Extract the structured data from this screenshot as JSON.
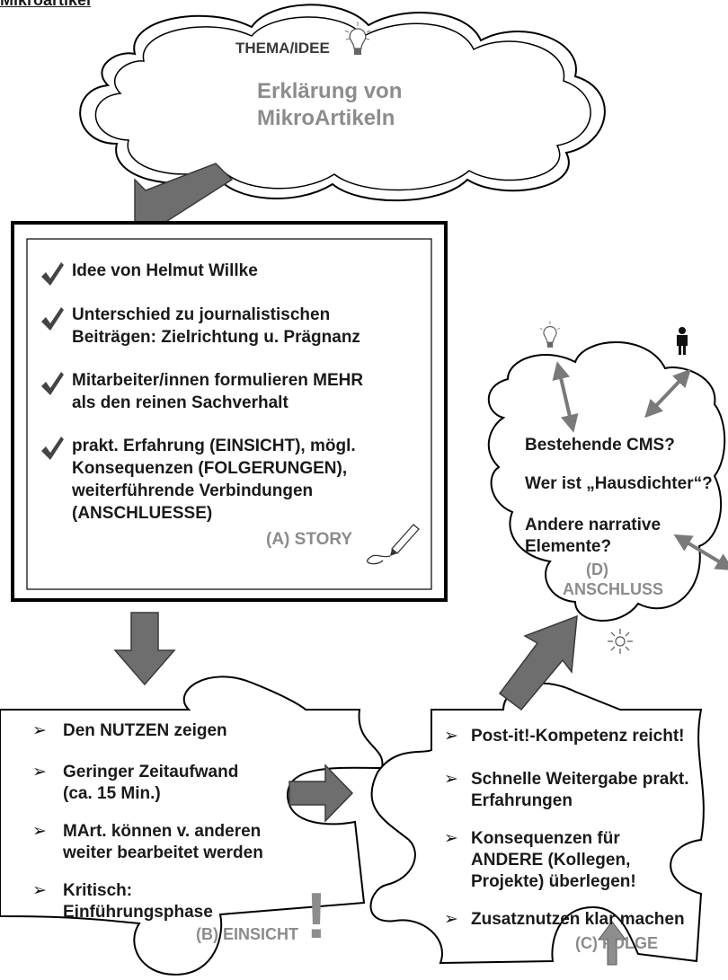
{
  "header": {
    "partial_title": "Mikroartikel"
  },
  "idea_cloud": {
    "label": "THEMA/IDEE",
    "topic_line1": "Erklärung von",
    "topic_line2": "MikroArtikeln"
  },
  "story_box": {
    "items": [
      {
        "lines": [
          "Idee von Helmut Willke"
        ]
      },
      {
        "lines": [
          "Unterschied zu journalistischen",
          "Beiträgen: Zielrichtung u. Prägnanz"
        ]
      },
      {
        "lines": [
          "Mitarbeiter/innen formulieren MEHR",
          "als den reinen Sachverhalt"
        ]
      },
      {
        "lines": [
          "prakt. Erfahrung (EINSICHT), mögl.",
          "Konsequenzen (FOLGERUNGEN),",
          "weiterführende Verbindungen",
          "(ANSCHLUESSE)"
        ]
      }
    ],
    "caption": "(A) STORY"
  },
  "insight_piece": {
    "items": [
      {
        "lines": [
          "Den NUTZEN zeigen"
        ]
      },
      {
        "lines": [
          "Geringer Zeitaufwand",
          "(ca. 15 Min.)"
        ]
      },
      {
        "lines": [
          "MArt. können v. anderen",
          "weiter bearbeitet werden"
        ]
      },
      {
        "lines": [
          "Kritisch:",
          "Einführungsphase"
        ]
      }
    ],
    "caption": "(B) EINSICHT",
    "exclamation": "!"
  },
  "consequence_piece": {
    "items": [
      {
        "lines": [
          "Post-it!-Kompetenz reicht!"
        ]
      },
      {
        "lines": [
          "Schnelle Weitergabe prakt.",
          "Erfahrungen"
        ]
      },
      {
        "lines": [
          "Konsequenzen für",
          "ANDERE (Kollegen,",
          "Projekte) überlegen!"
        ]
      },
      {
        "lines": [
          "Zusatznutzen klar machen"
        ]
      }
    ],
    "caption": "(C) FOLGE"
  },
  "connection_cloud": {
    "questions": [
      "Bestehende CMS?",
      "Wer ist „Hausdichter“?",
      "Andere narrative",
      "Elemente?"
    ],
    "caption_line1": "(D)",
    "caption_line2": "ANSCHLUSS"
  },
  "icons": [
    "lightbulb-icon",
    "checkmark-icon",
    "pencil-icon",
    "person-icon",
    "sun-icon",
    "arrow-icon"
  ],
  "colors": {
    "arrow": "#6e6e6e",
    "caption": "#8c8c8c",
    "text": "#1a1a1a",
    "border": "#000000"
  }
}
